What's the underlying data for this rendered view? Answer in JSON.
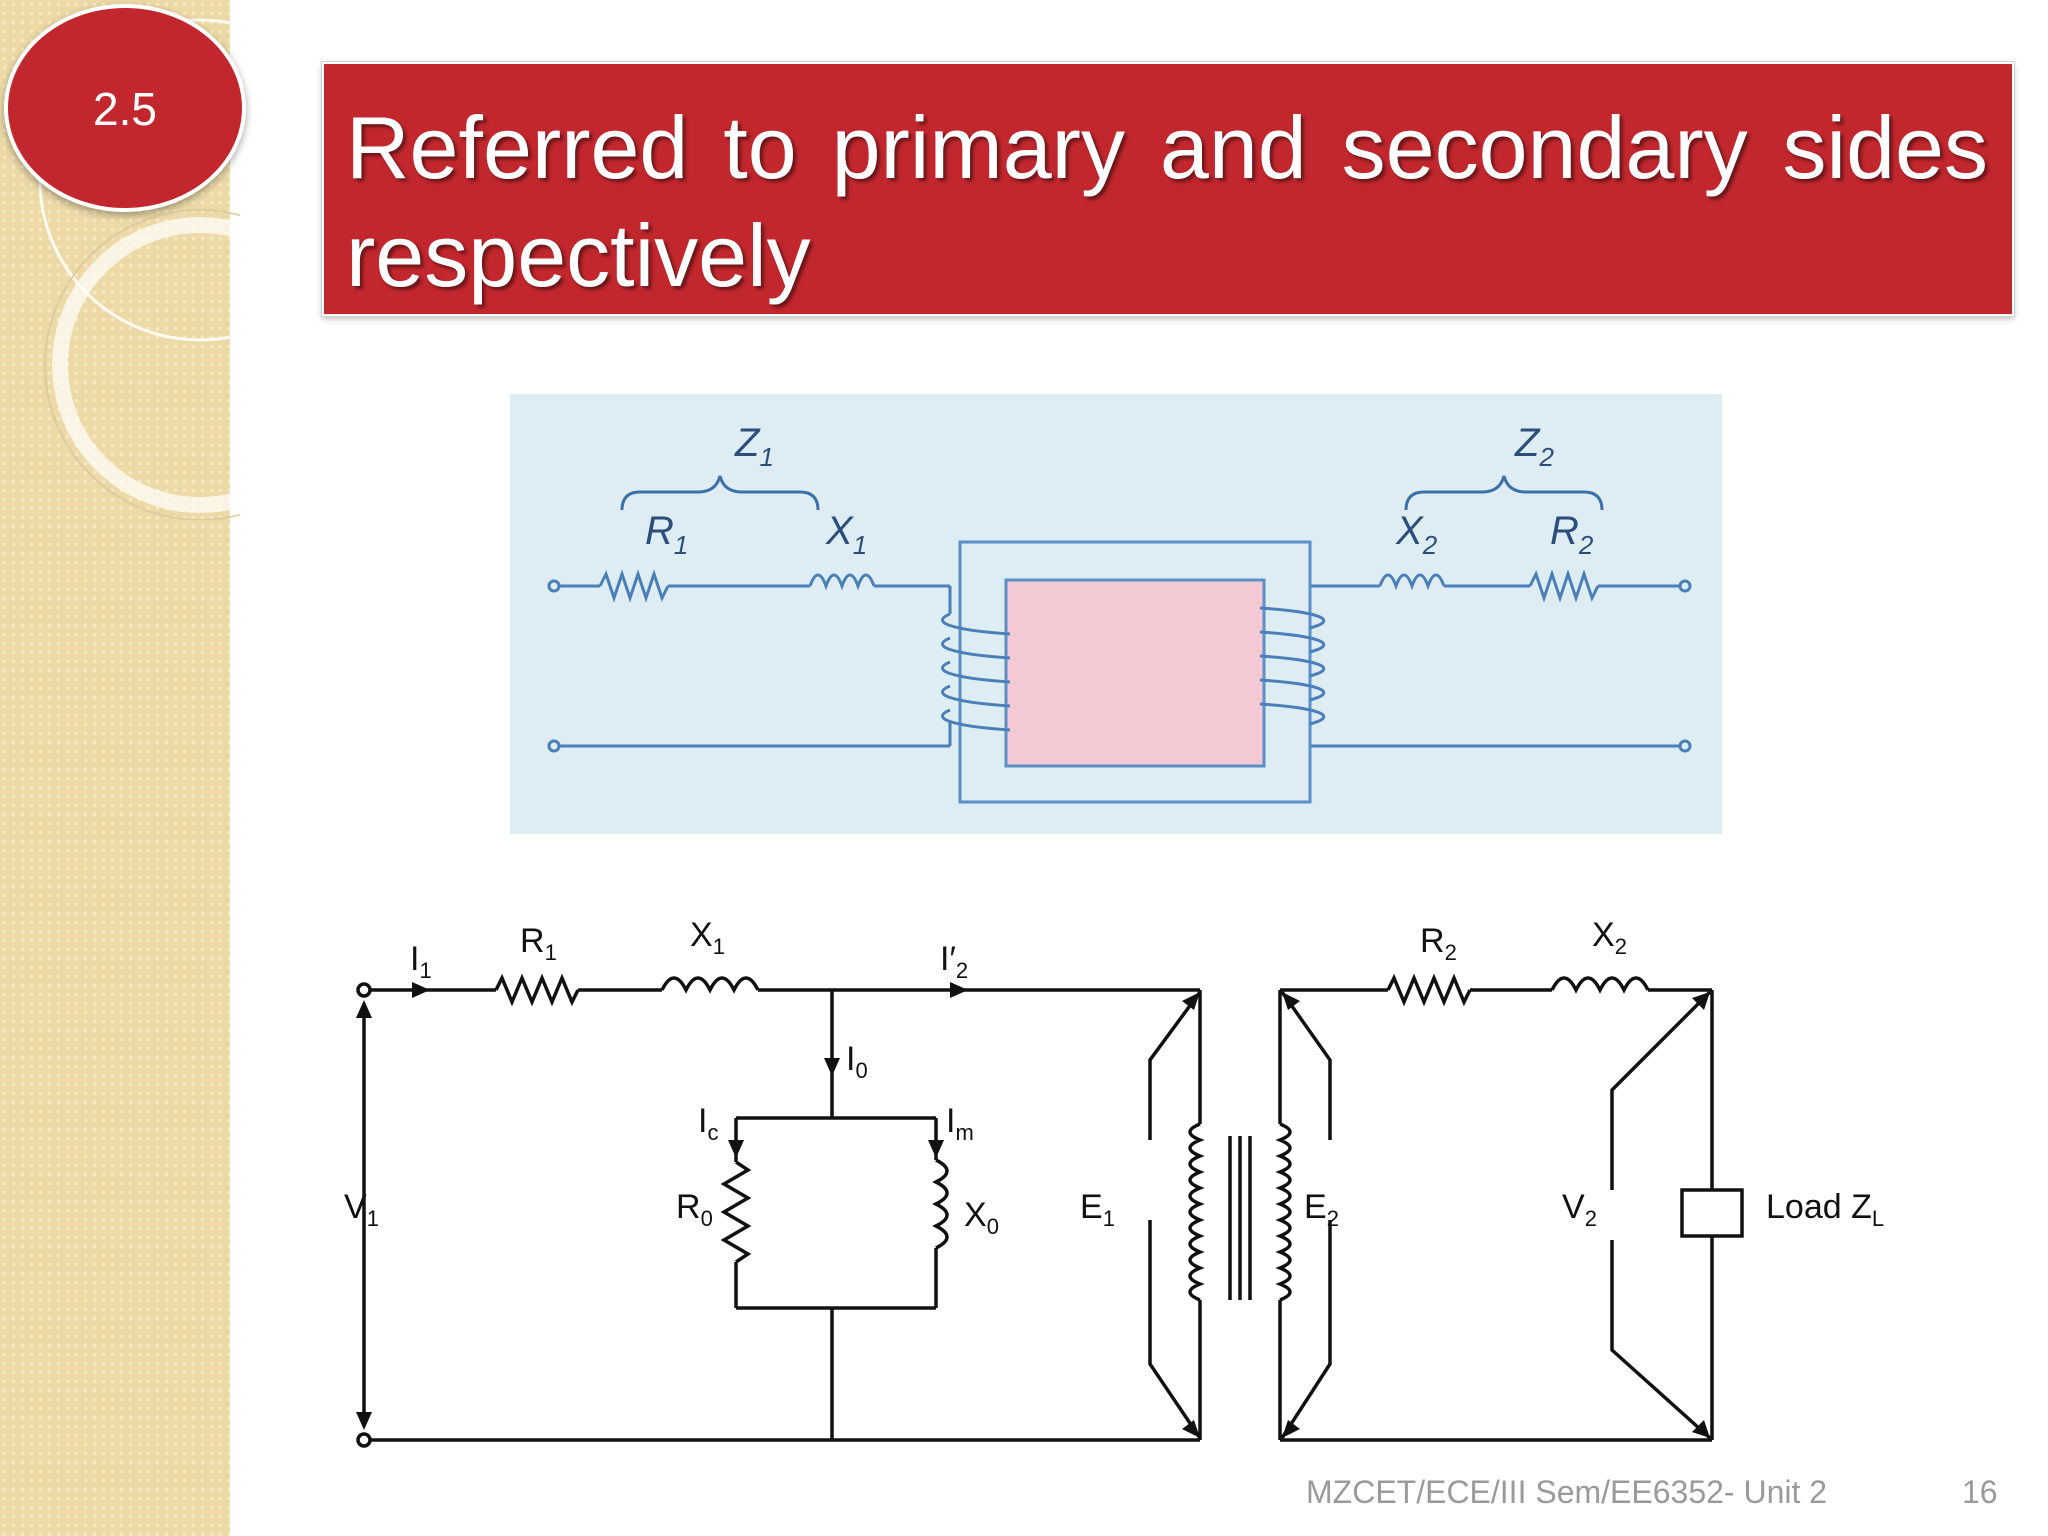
{
  "slide": {
    "number_badge": "2.5",
    "title": "Referred to primary and secondary sides respectively",
    "footer": "MZCET/ECE/III Sem/EE6352- Unit 2",
    "page_number": "16"
  },
  "colors": {
    "accent_red": "#c1272d",
    "strip": "#ecd9a6",
    "top_fig_bg": "#deedf3",
    "core_blue": "#5b8fc8",
    "core_pink": "#f3c9d4"
  },
  "top_diagram": {
    "labels": {
      "z1": "Z",
      "z1_sub": "1",
      "z2": "Z",
      "z2_sub": "2",
      "r1": "R",
      "r1_sub": "1",
      "x1": "X",
      "x1_sub": "1",
      "x2": "X",
      "x2_sub": "2",
      "r2": "R",
      "r2_sub": "2"
    }
  },
  "bottom_diagram": {
    "labels": {
      "i1": "I",
      "i1_sub": "1",
      "r1": "R",
      "r1_sub": "1",
      "x1": "X",
      "x1_sub": "1",
      "i2p": "I′",
      "i2p_sub": "2",
      "i0": "I",
      "i0_sub": "0",
      "ic": "I",
      "ic_sub": "c",
      "im": "I",
      "im_sub": "m",
      "r0": "R",
      "r0_sub": "0",
      "x0": "X",
      "x0_sub": "0",
      "v1": "V",
      "v1_sub": "1",
      "e1": "E",
      "e1_sub": "1",
      "e2": "E",
      "e2_sub": "2",
      "r2": "R",
      "r2_sub": "2",
      "x2": "X",
      "x2_sub": "2",
      "v2": "V",
      "v2_sub": "2",
      "load": "Load Z",
      "load_sub": "L"
    }
  }
}
